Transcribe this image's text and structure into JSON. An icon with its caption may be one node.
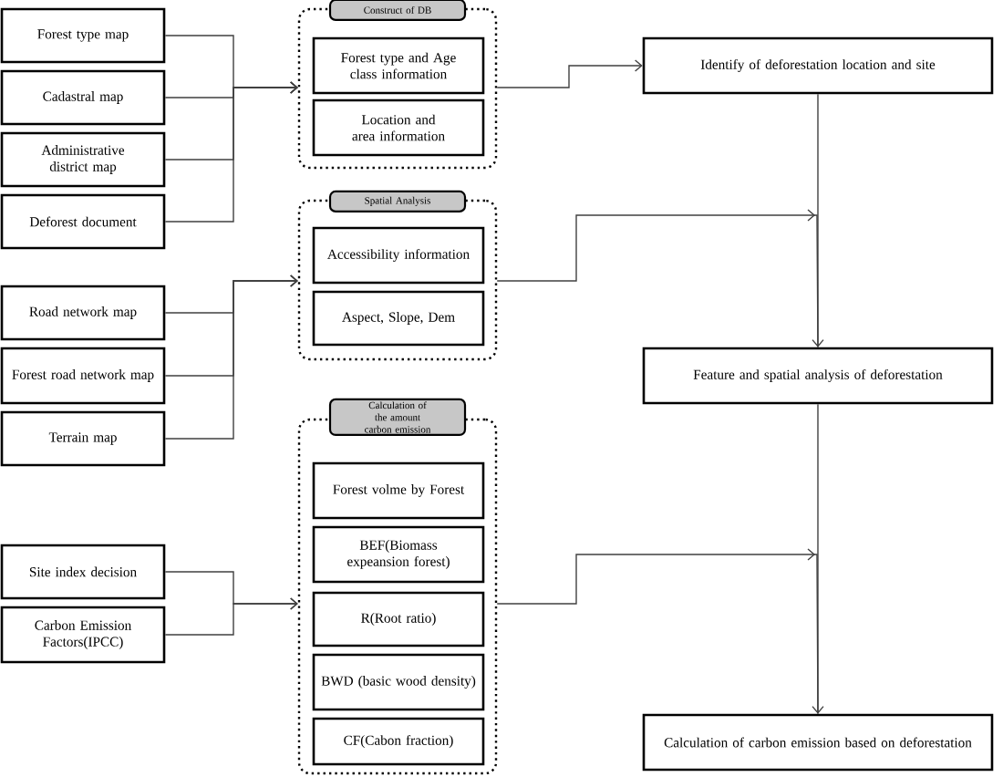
{
  "diagram": {
    "nodes": [
      {
        "text": [
          "Forest type map"
        ]
      },
      {
        "text": [
          "Cadastral map"
        ]
      },
      {
        "text": [
          "Administrative district map"
        ]
      },
      {
        "text": [
          "Deforest document"
        ]
      },
      {
        "text": [
          "Construct of DB"
        ]
      },
      {
        "text": [
          "Forest type and Age class information"
        ],
        "in": 4
      },
      {
        "text": [
          "Location and area information"
        ],
        "in": 4
      },
      {
        "text": [
          "Road network map"
        ]
      },
      {
        "text": [
          "Forest road network map"
        ]
      },
      {
        "text": [
          "Terrain map"
        ]
      },
      {
        "text": [
          "Spatial Analysis"
        ]
      },
      {
        "text": [
          "Accessibility information"
        ],
        "in": 10
      },
      {
        "text": [
          "Aspect, Slope, Dem"
        ],
        "in": 10
      },
      {
        "text": [
          "Site index decision"
        ]
      },
      {
        "text": [
          "Carbon Emission Factors(IPCC)"
        ]
      },
      {
        "text": [
          "Calculation of the amount carbon emission"
        ]
      },
      {
        "text": [
          "Forest volme by Forest"
        ],
        "in": 15
      },
      {
        "text": [
          "BEF(Biomass expeansion forest)"
        ],
        "in": 15
      },
      {
        "text": [
          "R(Root ratio)"
        ],
        "in": 15
      },
      {
        "text": [
          "BWD (basic wood density)"
        ],
        "in": 15
      },
      {
        "text": [
          "CF(Cabon fraction)"
        ],
        "in": 15
      },
      {
        "text": [
          "Identify of deforestation location and site"
        ]
      },
      {
        "text": [
          "Feature and spatial analysis of deforestation"
        ]
      },
      {
        "text": [
          "Calculation of carbon emission based on deforestation"
        ]
      }
    ],
    "edges": [
      {
        "from": 0,
        "to": 4,
        "arrow": "to"
      },
      {
        "from": 1,
        "to": 4,
        "arrow": "to"
      },
      {
        "from": 2,
        "to": 4,
        "arrow": "to"
      },
      {
        "from": 3,
        "to": 4,
        "arrow": "to"
      },
      {
        "from": 7,
        "to": 10,
        "arrow": "to"
      },
      {
        "from": 8,
        "to": 10,
        "arrow": "to"
      },
      {
        "from": 9,
        "to": 10,
        "arrow": "to"
      },
      {
        "from": 13,
        "to": 15,
        "arrow": "to"
      },
      {
        "from": 14,
        "to": 15,
        "arrow": "to"
      },
      {
        "from": 4,
        "to": 21,
        "arrow": "to"
      },
      {
        "from": 10,
        "to": 22,
        "arrow": "to"
      },
      {
        "from": 21,
        "to": 22,
        "arrow": "to"
      },
      {
        "from": 15,
        "to": 23,
        "arrow": "to"
      },
      {
        "from": 22,
        "to": 23,
        "arrow": "to"
      }
    ]
  }
}
